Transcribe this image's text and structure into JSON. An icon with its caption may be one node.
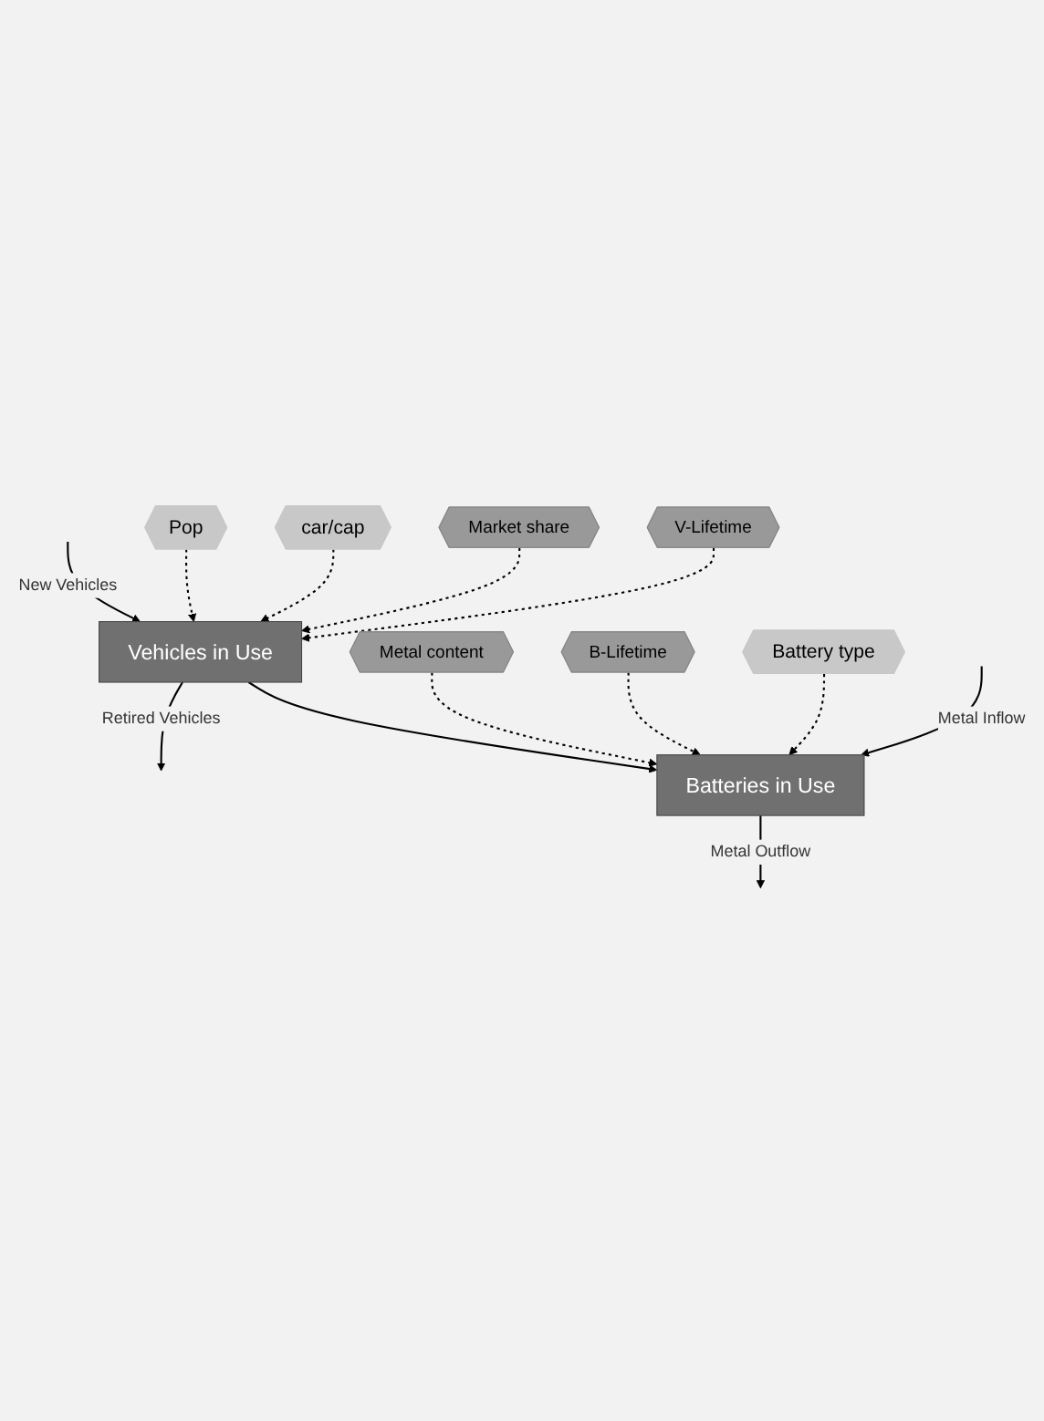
{
  "diagram": {
    "nodes": [
      {
        "text": [
          "Pop"
        ]
      },
      {
        "text": [
          "car/cap"
        ]
      },
      {
        "text": [
          "Market share"
        ]
      },
      {
        "text": [
          "V-Lifetime"
        ]
      },
      {
        "text": [
          "Vehicles in Use"
        ]
      },
      {
        "text": [
          "Metal content"
        ]
      },
      {
        "text": [
          "B-Lifetime"
        ]
      },
      {
        "text": [
          "Batteries in Use"
        ]
      },
      {
        "text": [
          "Battery type"
        ]
      }
    ],
    "edges": [
      {
        "from": null,
        "to": 4,
        "arrow": "to",
        "label": "New Vehicles"
      },
      {
        "from": 4,
        "to": null,
        "arrow": "to",
        "label": "Retired Vehicles"
      },
      {
        "from": 0,
        "to": 4,
        "arrow": "to",
        "style": "dashed"
      },
      {
        "from": 1,
        "to": 4,
        "arrow": "to",
        "style": "dashed"
      },
      {
        "from": 2,
        "to": 4,
        "arrow": "to",
        "style": "dashed"
      },
      {
        "from": 3,
        "to": 4,
        "arrow": "to",
        "style": "dashed"
      },
      {
        "from": 4,
        "to": 7,
        "arrow": "to"
      },
      {
        "from": null,
        "to": 7,
        "arrow": "to",
        "label": "Metal Inflow"
      },
      {
        "from": 7,
        "to": null,
        "arrow": "to",
        "label": "Metal Outflow"
      },
      {
        "from": 5,
        "to": 7,
        "arrow": "to",
        "style": "dashed"
      },
      {
        "from": 6,
        "to": 7,
        "arrow": "to",
        "style": "dashed"
      },
      {
        "from": 8,
        "to": 7,
        "arrow": "to",
        "style": "dashed"
      }
    ]
  }
}
